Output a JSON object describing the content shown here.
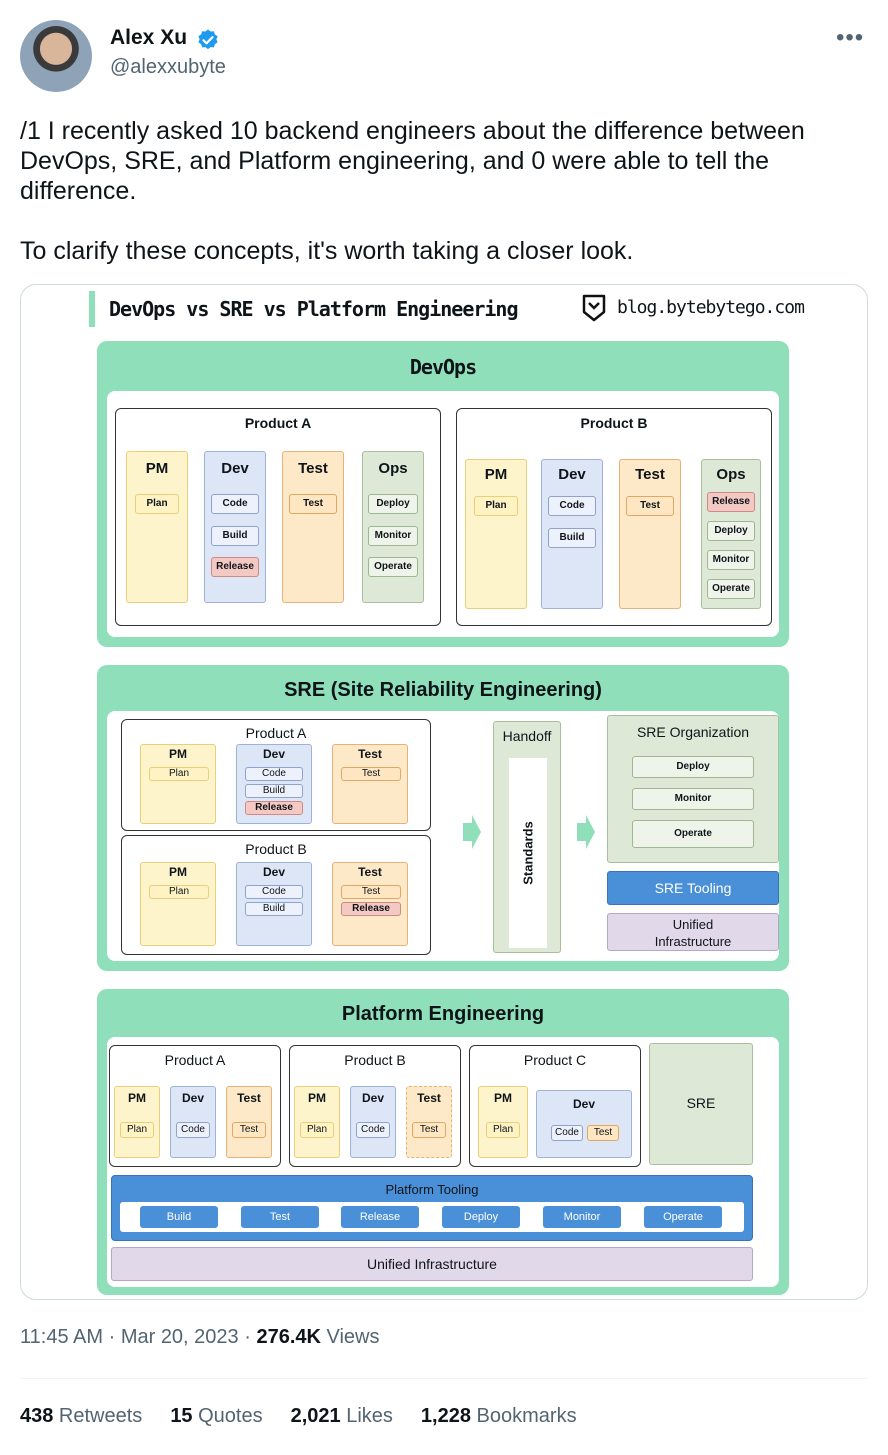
{
  "author": {
    "name": "Alex Xu",
    "handle": "@alexxubyte",
    "verified_icon": "verified-badge-icon",
    "badge_color": "#1d9bf0"
  },
  "tweet": {
    "more_label": "•••",
    "paragraph1": "/1 I recently asked 10 backend engineers about the difference between DevOps, SRE, and Platform engineering, and 0 were able to tell the difference.",
    "paragraph2": "To clarify these concepts, it's worth taking a closer look."
  },
  "diagram": {
    "title": "DevOps vs SRE vs Platform Engineering",
    "site": "blog.bytebytego.com",
    "devops": {
      "title": "DevOps",
      "product_a": {
        "title": "Product A",
        "pm": {
          "title": "PM",
          "tasks": [
            "Plan"
          ]
        },
        "dev": {
          "title": "Dev",
          "tasks": [
            "Code",
            "Build",
            "Release"
          ]
        },
        "test": {
          "title": "Test",
          "tasks": [
            "Test"
          ]
        },
        "ops": {
          "title": "Ops",
          "tasks": [
            "Deploy",
            "Monitor",
            "Operate"
          ]
        }
      },
      "product_b": {
        "title": "Product B",
        "pm": {
          "title": "PM",
          "tasks": [
            "Plan"
          ]
        },
        "dev": {
          "title": "Dev",
          "tasks": [
            "Code",
            "Build"
          ]
        },
        "test": {
          "title": "Test",
          "tasks": [
            "Test"
          ]
        },
        "ops": {
          "title": "Ops",
          "tasks": [
            "Release",
            "Deploy",
            "Monitor",
            "Operate"
          ]
        }
      }
    },
    "sre": {
      "title": "SRE (Site Reliability Engineering)",
      "product_a": {
        "title": "Product A",
        "pm": {
          "title": "PM",
          "tasks": [
            "Plan"
          ]
        },
        "dev": {
          "title": "Dev",
          "tasks": [
            "Code",
            "Build",
            "Release"
          ]
        },
        "test": {
          "title": "Test",
          "tasks": [
            "Test"
          ]
        }
      },
      "product_b": {
        "title": "Product B",
        "pm": {
          "title": "PM",
          "tasks": [
            "Plan"
          ]
        },
        "dev": {
          "title": "Dev",
          "tasks": [
            "Code",
            "Build"
          ]
        },
        "test": {
          "title": "Test",
          "tasks": [
            "Test",
            "Release"
          ]
        }
      },
      "handoff": {
        "title": "Handoff",
        "standards": "Standards"
      },
      "org": {
        "title": "SRE Organization",
        "tasks": [
          "Deploy",
          "Monitor",
          "Operate"
        ]
      },
      "tooling": "SRE Tooling",
      "infra": "Unified Infrastructure"
    },
    "platform": {
      "title": "Platform Engineering",
      "product_a": {
        "title": "Product A",
        "pm": "PM",
        "dev": "Dev",
        "test": "Test",
        "plan": "Plan",
        "code": "Code",
        "test_task": "Test"
      },
      "product_b": {
        "title": "Product B",
        "pm": "PM",
        "dev": "Dev",
        "test": "Test",
        "plan": "Plan",
        "code": "Code",
        "test_task": "Test"
      },
      "product_c": {
        "title": "Product C",
        "pm": "PM",
        "dev": "Dev",
        "plan": "Plan",
        "code": "Code",
        "test_task": "Test"
      },
      "sre": "SRE",
      "tooling": {
        "title": "Platform Tooling",
        "items": [
          "Build",
          "Test",
          "Release",
          "Deploy",
          "Monitor",
          "Operate"
        ]
      },
      "infra": "Unified Infrastructure"
    }
  },
  "meta": {
    "time": "11:45 AM",
    "sep1": " · ",
    "date": "Mar 20, 2023",
    "sep2": " · ",
    "views_count": "276.4K",
    "views_label": " Views"
  },
  "stats": [
    {
      "count": "438",
      "label": " Retweets"
    },
    {
      "count": "15",
      "label": " Quotes"
    },
    {
      "count": "2,021",
      "label": " Likes"
    },
    {
      "count": "1,228",
      "label": " Bookmarks"
    }
  ]
}
